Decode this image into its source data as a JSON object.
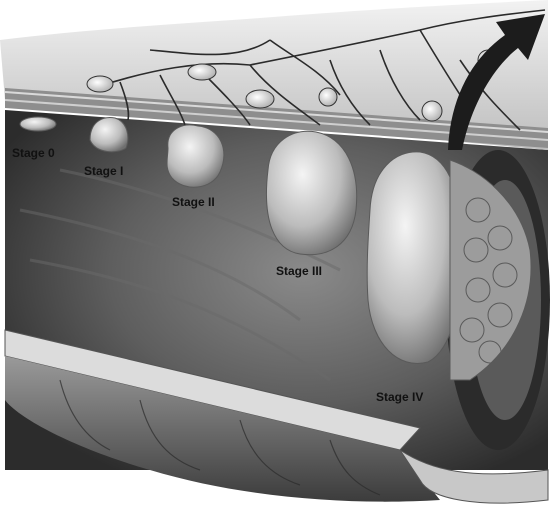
{
  "stages": [
    {
      "label": "Stage 0"
    },
    {
      "label": "Stage I"
    },
    {
      "label": "Stage II"
    },
    {
      "label": "Stage III"
    },
    {
      "label": "Stage IV"
    }
  ],
  "colors": {
    "lumen_dark": "#3a3a3a",
    "wall_light": "#e6e6e6",
    "tumor_light": "#d9d9d9",
    "vessel": "#2b2b2b"
  }
}
